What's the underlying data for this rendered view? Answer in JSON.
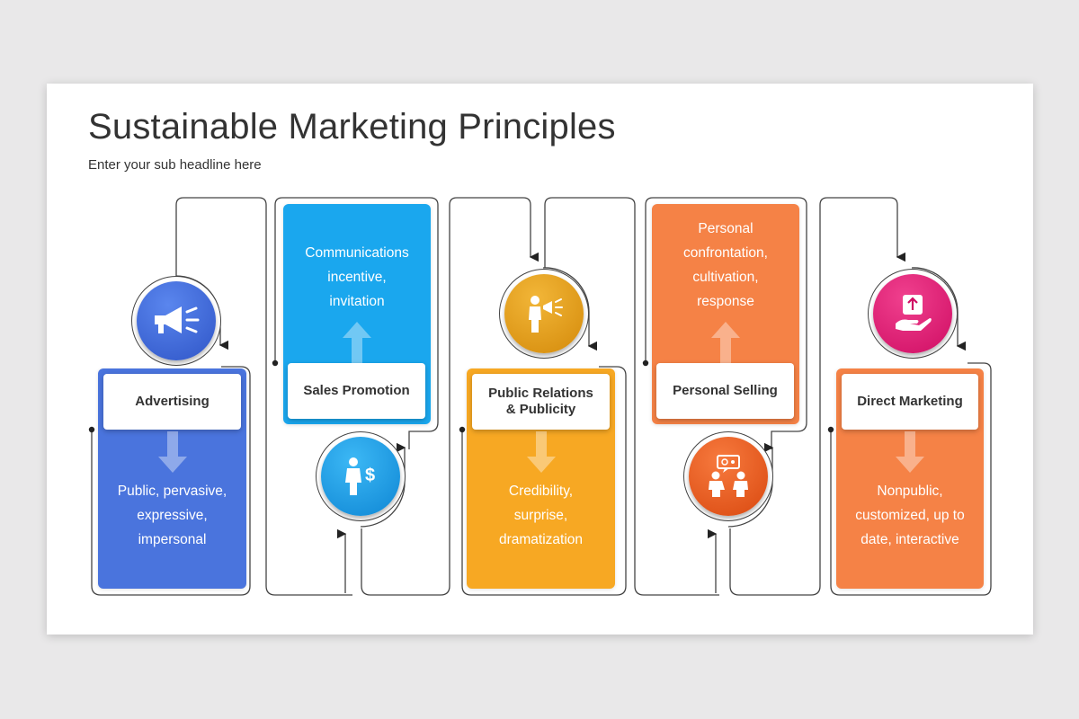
{
  "title": "Sustainable Marketing Principles",
  "subtitle": "Enter your sub headline here",
  "steps": [
    {
      "label": "Advertising",
      "description": [
        "Public, pervasive,",
        "expressive,",
        "impersonal"
      ],
      "color": "#4a74dd",
      "icon": "megaphone-icon"
    },
    {
      "label": "Sales Promotion",
      "description": [
        "Communications",
        "incentive,",
        "invitation"
      ],
      "color": "#1aa7ee",
      "icon": "salesman-dollar-icon"
    },
    {
      "label": "Public Relations & Publicity",
      "description": [
        "Credibility,",
        "surprise,",
        "dramatization"
      ],
      "color": "#f7a823",
      "icon": "speaker-megaphone-icon"
    },
    {
      "label": "Personal Selling",
      "description": [
        "Personal",
        "confrontation,",
        "cultivation,",
        "response"
      ],
      "color": "#f58246",
      "icon": "people-meeting-icon"
    },
    {
      "label": "Direct Marketing",
      "description": [
        "Nonpublic,",
        "customized, up to",
        "date, interactive"
      ],
      "color": "#f58246",
      "icon": "hand-box-icon"
    }
  ],
  "colors": {
    "blue": "#4a74dd",
    "sky": "#1aa7ee",
    "yellow": "#f7a823",
    "orange": "#f58246",
    "pink": "#e81e7a",
    "circle_orange": "#e85a1e",
    "circle_gold": "#e79a12"
  }
}
